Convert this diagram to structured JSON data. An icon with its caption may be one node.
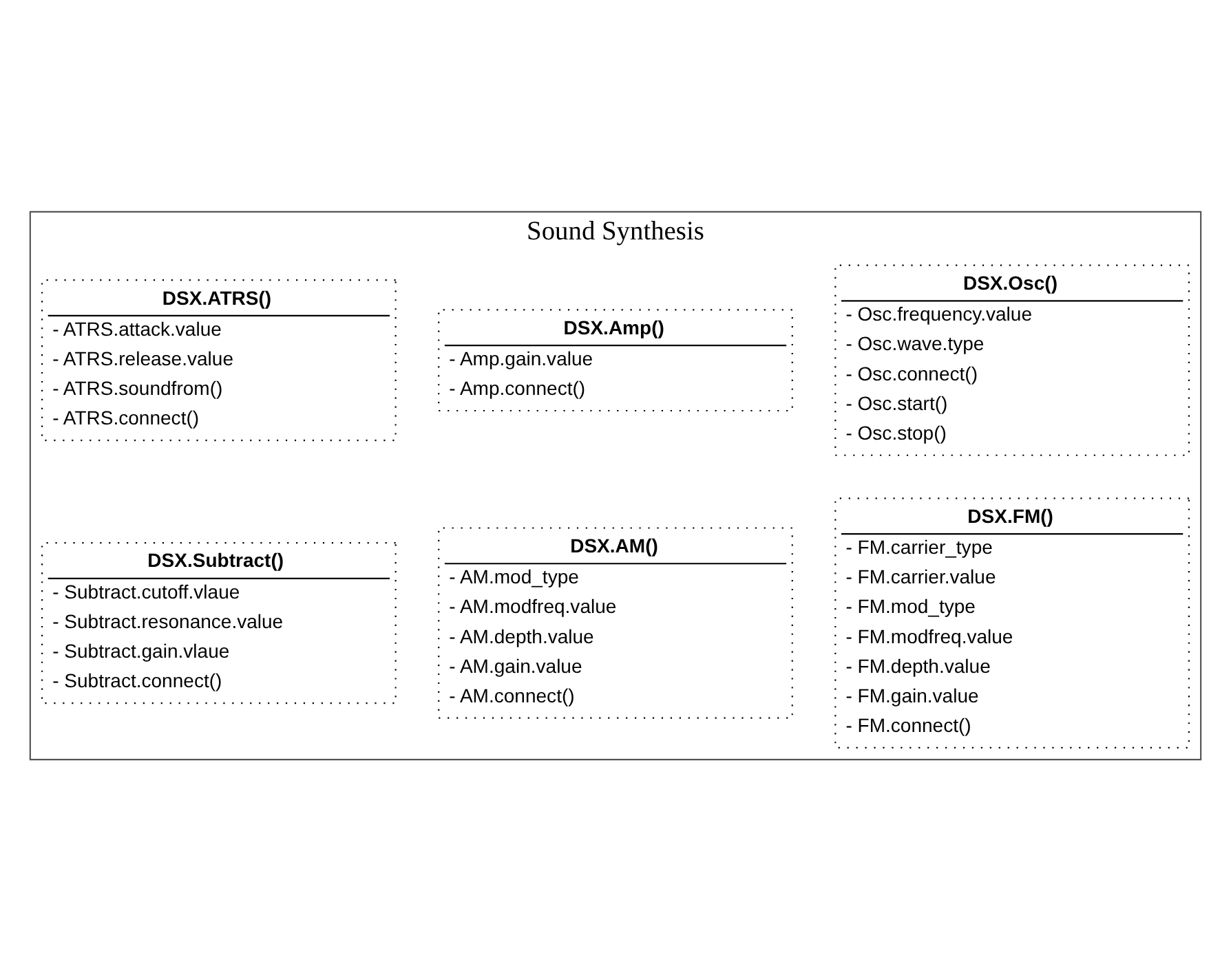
{
  "diagram": {
    "nodes": [
      {
        "text": [
          "Sound Synthesis"
        ]
      },
      {
        "text": [
          "DSX.Osc()",
          "- Osc.frequency.value",
          "- Osc.wave.type",
          "- Osc.connect()",
          "- Osc.start()",
          "- Osc.stop()"
        ],
        "in": 0
      },
      {
        "text": [
          "DSX.Amp()",
          "- Amp.gain.value",
          "- Amp.connect()"
        ],
        "in": 0
      },
      {
        "text": [
          "DSX.ATRS()",
          "- ATRS.attack.value",
          "- ATRS.release.value",
          "- ATRS.soundfrom()",
          "- ATRS.connect()"
        ],
        "in": 0
      },
      {
        "text": [
          "DSX.FM()",
          "- FM.carrier_type",
          "- FM.carrier.value",
          "- FM.mod_type",
          "- FM.modfreq.value",
          "- FM.depth.value",
          "- FM.gain.value",
          "- FM.connect()"
        ],
        "in": 0
      },
      {
        "text": [
          "DSX.AM()",
          "- AM.mod_type",
          "- AM.modfreq.value",
          "- AM.depth.value",
          "- AM.gain.value",
          "- AM.connect()"
        ],
        "in": 0
      },
      {
        "text": [
          "DSX.Subtract()",
          "- Subtract.cutoff.vlaue",
          "- Subtract.resonance.value",
          "- Subtract.gain.vlaue",
          "- Subtract.connect()"
        ],
        "in": 0
      }
    ],
    "edges": []
  }
}
